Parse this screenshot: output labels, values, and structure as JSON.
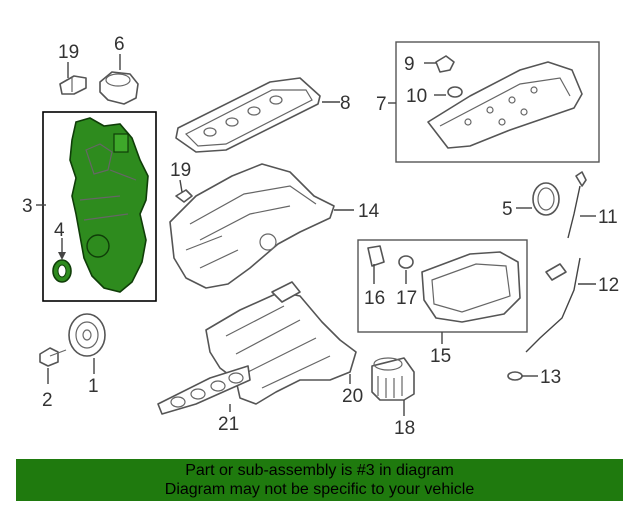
{
  "callouts": {
    "c1": "1",
    "c2": "2",
    "c3": "3",
    "c4": "4",
    "c5": "5",
    "c6": "6",
    "c7": "7",
    "c8": "8",
    "c9": "9",
    "c10": "10",
    "c11": "11",
    "c12": "12",
    "c13": "13",
    "c14": "14",
    "c15": "15",
    "c16": "16",
    "c17": "17",
    "c18": "18",
    "c19a": "19",
    "c19b": "19",
    "c20": "20",
    "c21": "21"
  },
  "banner": {
    "line1": "Part or sub-assembly is #3 in diagram",
    "line2": "Diagram may not be specific to your vehicle"
  },
  "colors": {
    "highlight": "#2e8b1e",
    "banner_bg": "#1f7a0e"
  }
}
